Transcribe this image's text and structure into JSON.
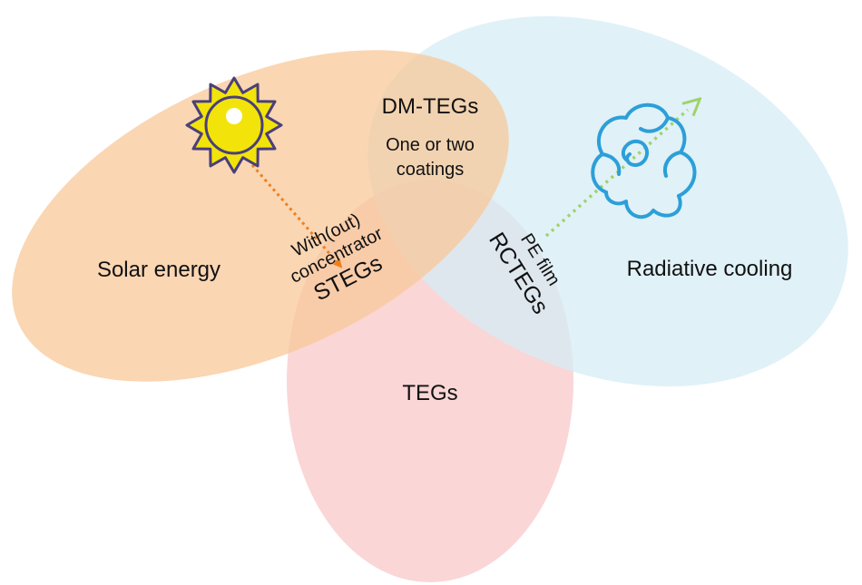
{
  "regions": {
    "solar": {
      "label": "Solar energy",
      "color": "#f8c89a"
    },
    "cooling": {
      "label": "Radiative cooling",
      "color": "#d6ecf5"
    },
    "tegs": {
      "label": "TEGs",
      "color": "#f9cfcf"
    }
  },
  "intersections": {
    "dm_tegs": {
      "title": "DM-TEGs",
      "line1": "One or two",
      "line2": "coatings"
    },
    "stegs": {
      "line1": "With(out)",
      "line2": "concentrator",
      "title": "STEGs"
    },
    "rctegs": {
      "line1": "PE film",
      "title": "RCTEGs"
    }
  },
  "icons": {
    "sun": "sun-icon",
    "cloud": "cloud-icon"
  },
  "colors": {
    "sun_fill": "#f2e40a",
    "sun_outline": "#4a3f7a",
    "cloud_stroke": "#2c9fd8",
    "solar_arrow": "#f07f1e",
    "cooling_arrow": "#9fd36a"
  }
}
